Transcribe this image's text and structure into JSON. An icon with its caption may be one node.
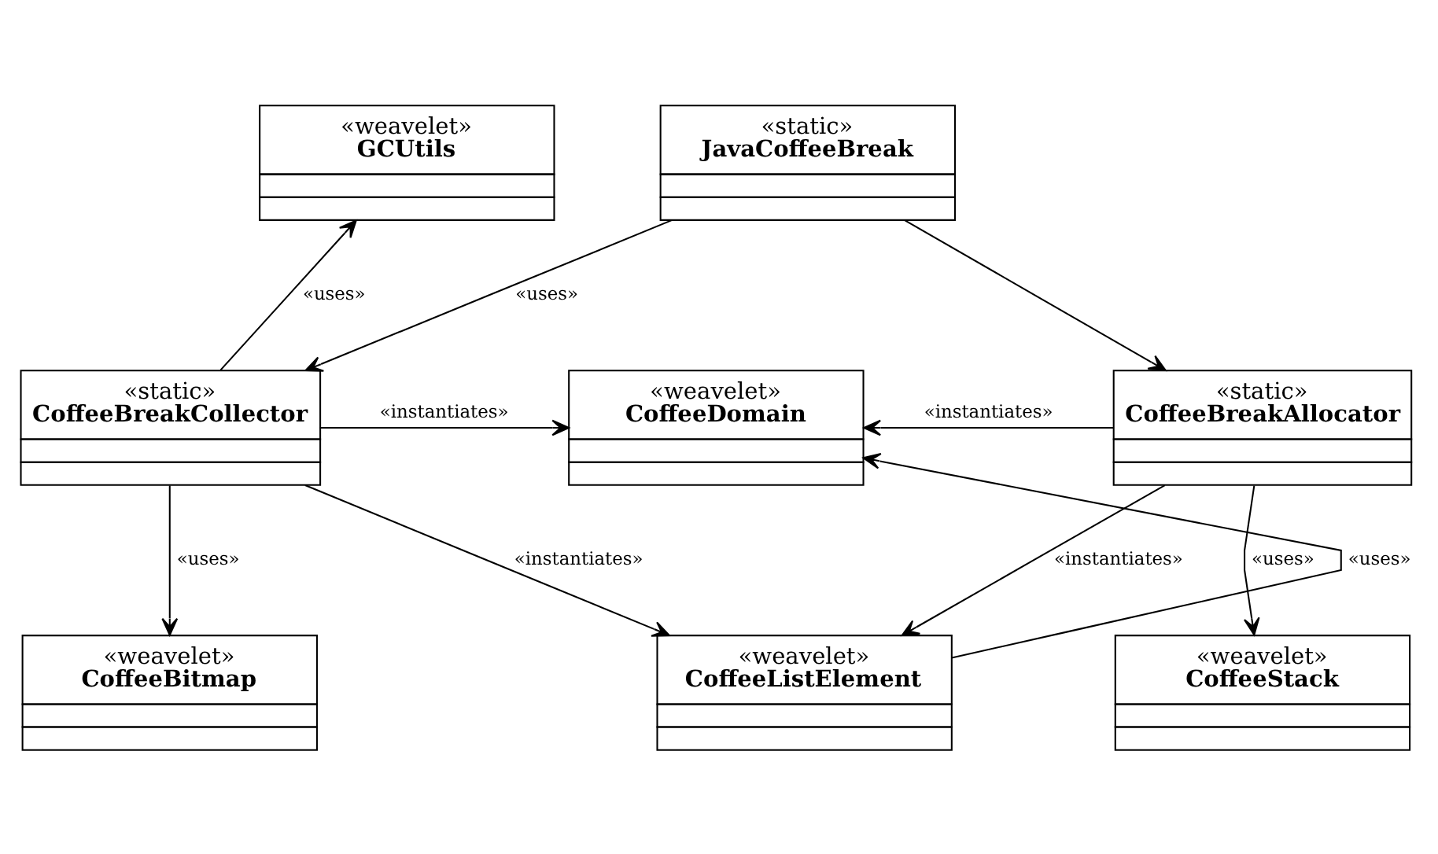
{
  "diagram": {
    "nodes": [
      {
        "text": [
          "«weavelet»",
          "GCUtils"
        ]
      },
      {
        "text": [
          "«static»",
          "JavaCoffeeBreak"
        ]
      },
      {
        "text": [
          "«static»",
          "CoffeeBreakCollector"
        ]
      },
      {
        "text": [
          "«weavelet»",
          "CoffeeDomain"
        ]
      },
      {
        "text": [
          "«static»",
          "CoffeeBreakAllocator"
        ]
      },
      {
        "text": [
          "«weavelet»",
          "CoffeeBitmap"
        ]
      },
      {
        "text": [
          "«weavelet»",
          "CoffeeListElement"
        ]
      },
      {
        "text": [
          "«weavelet»",
          "CoffeeStack"
        ]
      }
    ],
    "edges": [
      {
        "from": 2,
        "to": 0,
        "arrow": "to",
        "label": "«uses»"
      },
      {
        "from": 1,
        "to": 2,
        "arrow": "to",
        "label": "«uses»"
      },
      {
        "from": 1,
        "to": 4,
        "arrow": "to"
      },
      {
        "from": 2,
        "to": 3,
        "arrow": "to",
        "label": "«instantiates»"
      },
      {
        "from": 4,
        "to": 3,
        "arrow": "to",
        "label": "«instantiates»"
      },
      {
        "from": 2,
        "to": 5,
        "arrow": "to",
        "label": "«uses»"
      },
      {
        "from": 2,
        "to": 6,
        "arrow": "to",
        "label": "«instantiates»"
      },
      {
        "from": 4,
        "to": 6,
        "arrow": "to",
        "label": "«instantiates»"
      },
      {
        "from": 6,
        "to": 3,
        "arrow": "to",
        "label": "«uses»"
      },
      {
        "from": 4,
        "to": 7,
        "arrow": "to",
        "label": "«uses»"
      }
    ]
  }
}
